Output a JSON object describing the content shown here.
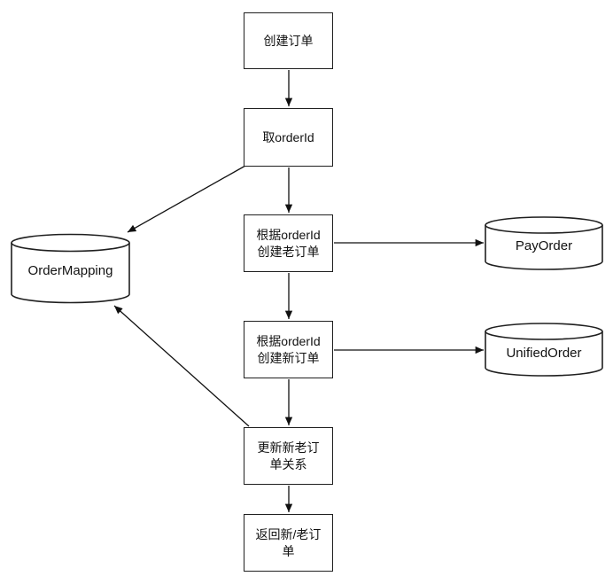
{
  "app": {
    "background_color": "#ffffff",
    "stroke_color": "#1f1f1f",
    "text_color": "#111111",
    "node_fill_color": "#ffffff"
  },
  "diagram": {
    "type": "flowchart",
    "direction": "top-down",
    "nodes": {
      "create_order": {
        "id": "create_order",
        "shape": "rect",
        "label": "创建订单"
      },
      "get_order_id": {
        "id": "get_order_id",
        "shape": "rect",
        "label": "取orderId"
      },
      "create_old_order": {
        "id": "create_old_order",
        "shape": "rect",
        "label": "根据orderId\n创建老订单"
      },
      "create_new_order": {
        "id": "create_new_order",
        "shape": "rect",
        "label": "根据orderId\n创建新订单"
      },
      "update_relation": {
        "id": "update_relation",
        "shape": "rect",
        "label": "更新新老订\n单关系"
      },
      "return_orders": {
        "id": "return_orders",
        "shape": "rect",
        "label": "返回新/老订\n单"
      },
      "order_mapping": {
        "id": "order_mapping",
        "shape": "cylinder",
        "label": "OrderMapping"
      },
      "pay_order": {
        "id": "pay_order",
        "shape": "cylinder",
        "label": "PayOrder"
      },
      "unified_order": {
        "id": "unified_order",
        "shape": "cylinder",
        "label": "UnifiedOrder"
      }
    },
    "edges": [
      {
        "from": "create_order",
        "to": "get_order_id"
      },
      {
        "from": "get_order_id",
        "to": "create_old_order"
      },
      {
        "from": "get_order_id",
        "to": "order_mapping"
      },
      {
        "from": "create_old_order",
        "to": "pay_order"
      },
      {
        "from": "create_old_order",
        "to": "create_new_order"
      },
      {
        "from": "create_new_order",
        "to": "unified_order"
      },
      {
        "from": "create_new_order",
        "to": "update_relation"
      },
      {
        "from": "update_relation",
        "to": "order_mapping"
      },
      {
        "from": "update_relation",
        "to": "return_orders"
      }
    ]
  }
}
